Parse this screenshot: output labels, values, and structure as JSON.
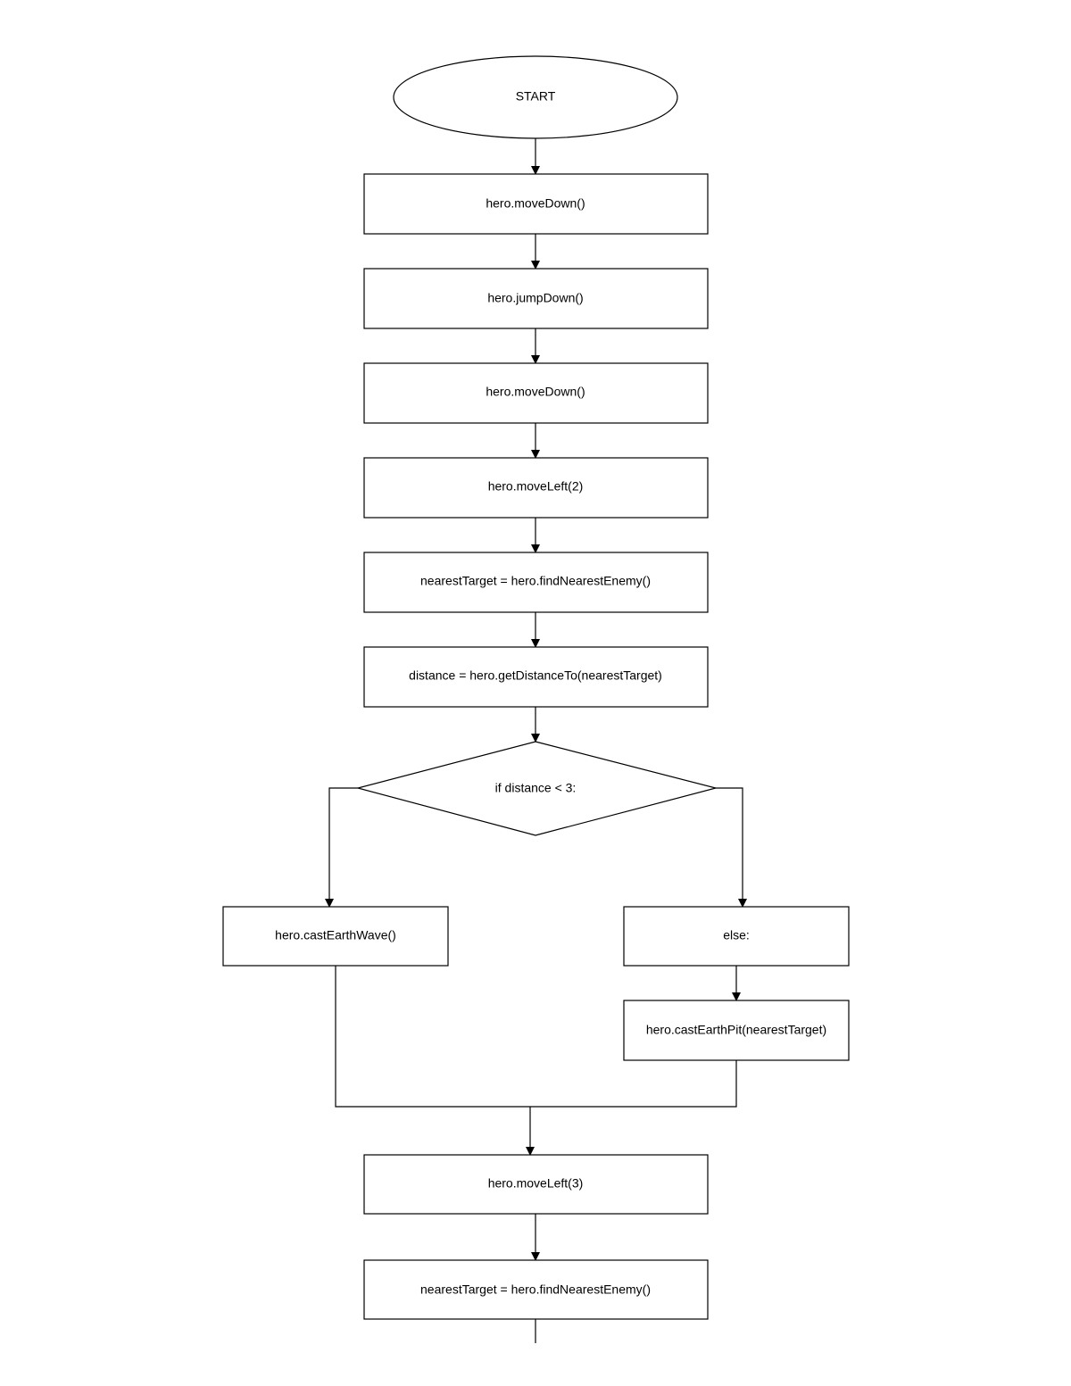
{
  "nodes": {
    "start": "START",
    "move_down_1": "hero.moveDown()",
    "jump_down": "hero.jumpDown()",
    "move_down_2": "hero.moveDown()",
    "move_left_2": "hero.moveLeft(2)",
    "find_enemy_1": "nearestTarget = hero.findNearestEnemy()",
    "get_distance": "distance = hero.getDistanceTo(nearestTarget)",
    "condition": "if distance < 3:",
    "earth_wave": "hero.castEarthWave()",
    "else": "else:",
    "earth_pit": "hero.castEarthPit(nearestTarget)",
    "move_left_3": "hero.moveLeft(3)",
    "find_enemy_2": "nearestTarget = hero.findNearestEnemy()"
  },
  "colors": {
    "stroke": "#000000",
    "fill": "#ffffff",
    "background": "#ffffff"
  }
}
